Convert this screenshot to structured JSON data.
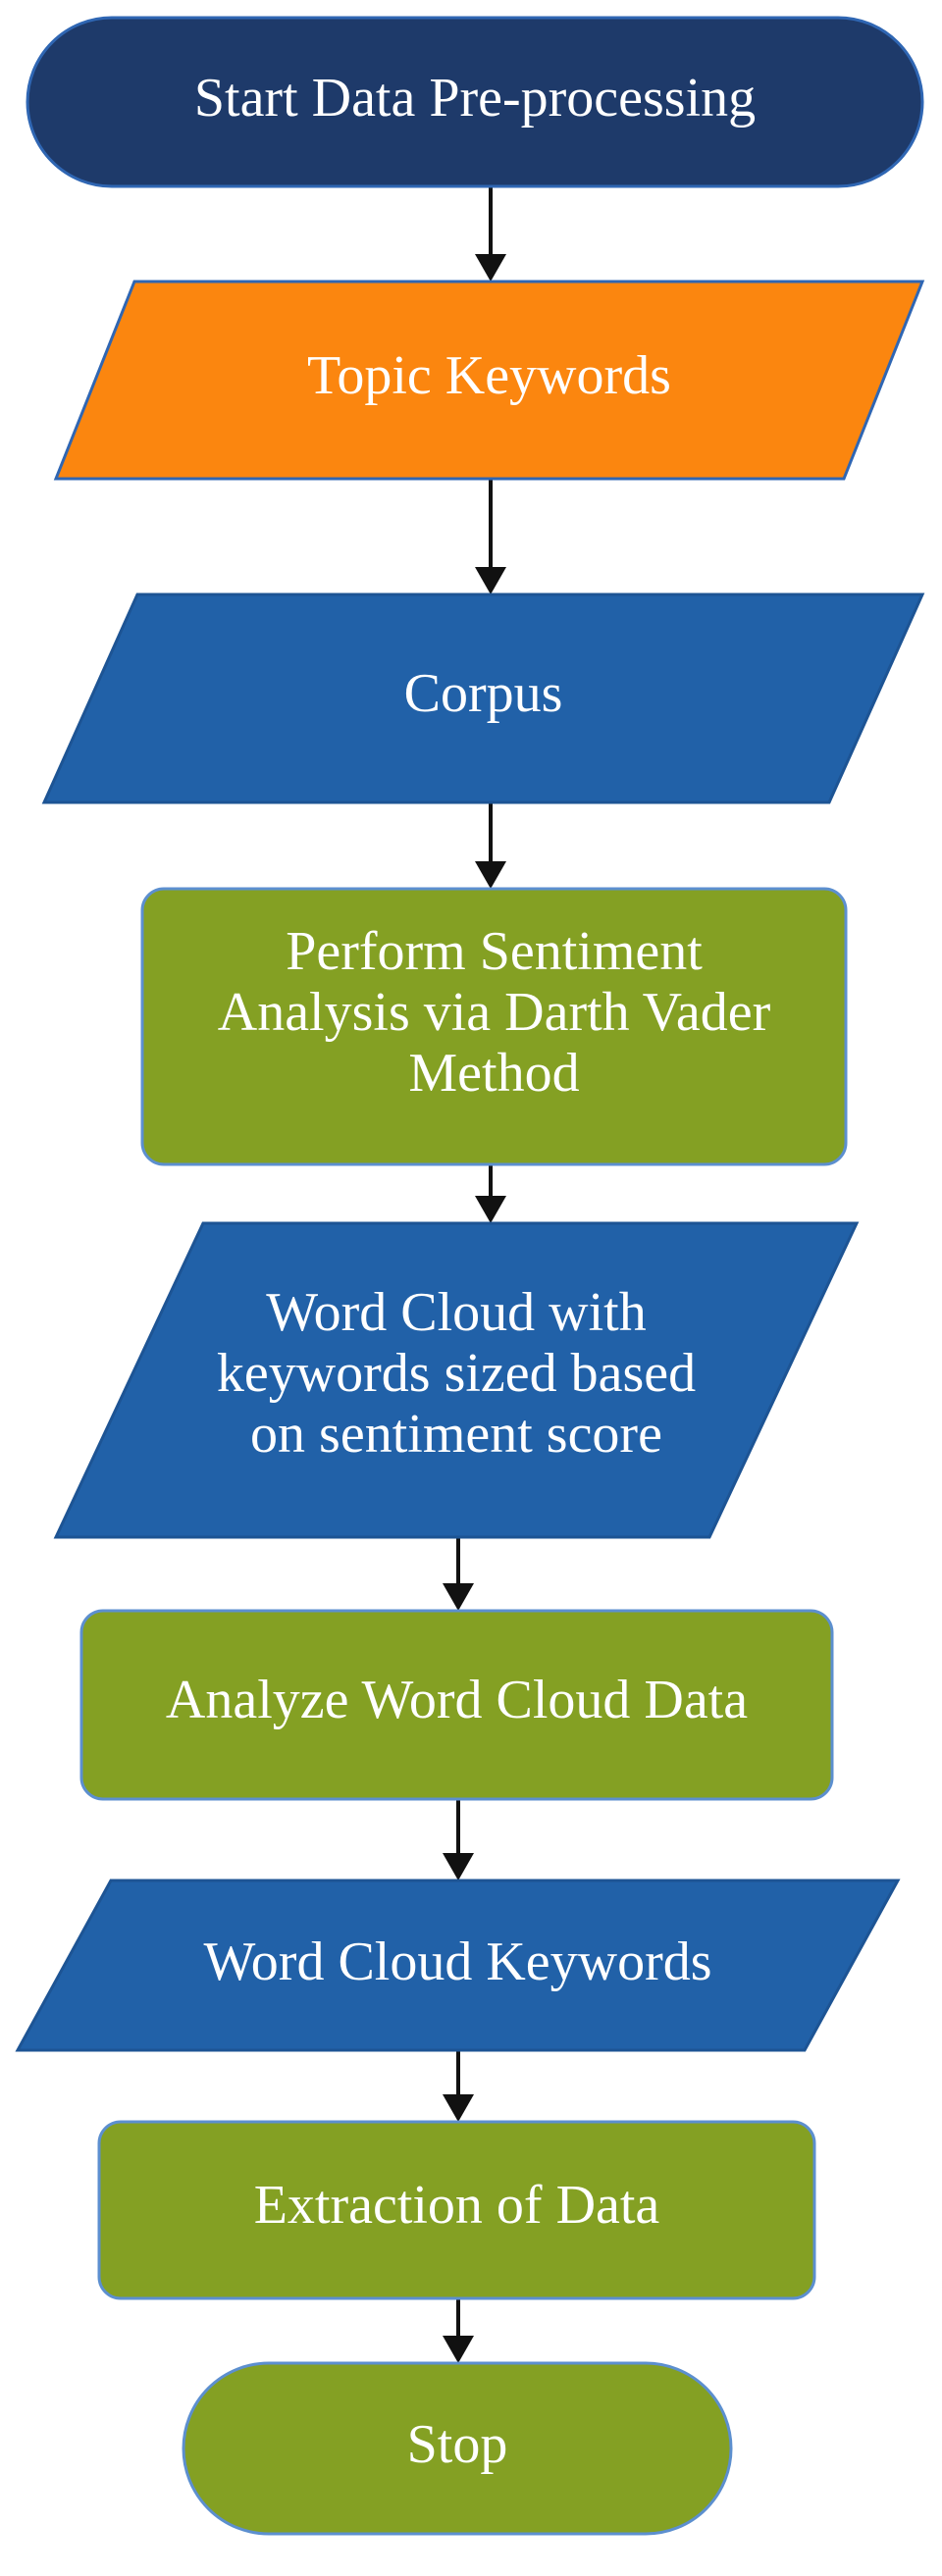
{
  "colors": {
    "navy": "#1e3a6a",
    "orange": "#fb860f",
    "blue": "#2161a8",
    "green": "#84a023",
    "arrow": "#111111",
    "text": "#ffffff"
  },
  "flowchart": {
    "nodes": [
      {
        "id": "start",
        "shape": "terminator",
        "color": "navy",
        "lines": [
          "Start Data Pre-processing"
        ]
      },
      {
        "id": "topic-keywords",
        "shape": "data",
        "color": "orange",
        "lines": [
          "Topic Keywords"
        ]
      },
      {
        "id": "corpus",
        "shape": "data",
        "color": "blue",
        "lines": [
          "Corpus"
        ]
      },
      {
        "id": "sentiment-analysis",
        "shape": "process",
        "color": "green",
        "lines": [
          "Perform Sentiment",
          "Analysis via Darth Vader",
          "Method"
        ]
      },
      {
        "id": "word-cloud",
        "shape": "data",
        "color": "blue",
        "lines": [
          "Word Cloud with",
          "keywords sized based",
          "on sentiment score"
        ]
      },
      {
        "id": "analyze-word-cloud",
        "shape": "process",
        "color": "green",
        "lines": [
          "Analyze Word Cloud Data"
        ]
      },
      {
        "id": "word-cloud-keywords",
        "shape": "data",
        "color": "blue",
        "lines": [
          "Word Cloud Keywords"
        ]
      },
      {
        "id": "extraction",
        "shape": "process",
        "color": "green",
        "lines": [
          "Extraction of Data"
        ]
      },
      {
        "id": "stop",
        "shape": "terminator",
        "color": "green",
        "lines": [
          "Stop"
        ]
      }
    ],
    "edges": [
      {
        "from": "start",
        "to": "topic-keywords"
      },
      {
        "from": "topic-keywords",
        "to": "corpus"
      },
      {
        "from": "corpus",
        "to": "sentiment-analysis"
      },
      {
        "from": "sentiment-analysis",
        "to": "word-cloud"
      },
      {
        "from": "word-cloud",
        "to": "analyze-word-cloud"
      },
      {
        "from": "analyze-word-cloud",
        "to": "word-cloud-keywords"
      },
      {
        "from": "word-cloud-keywords",
        "to": "extraction"
      },
      {
        "from": "extraction",
        "to": "stop"
      }
    ]
  }
}
